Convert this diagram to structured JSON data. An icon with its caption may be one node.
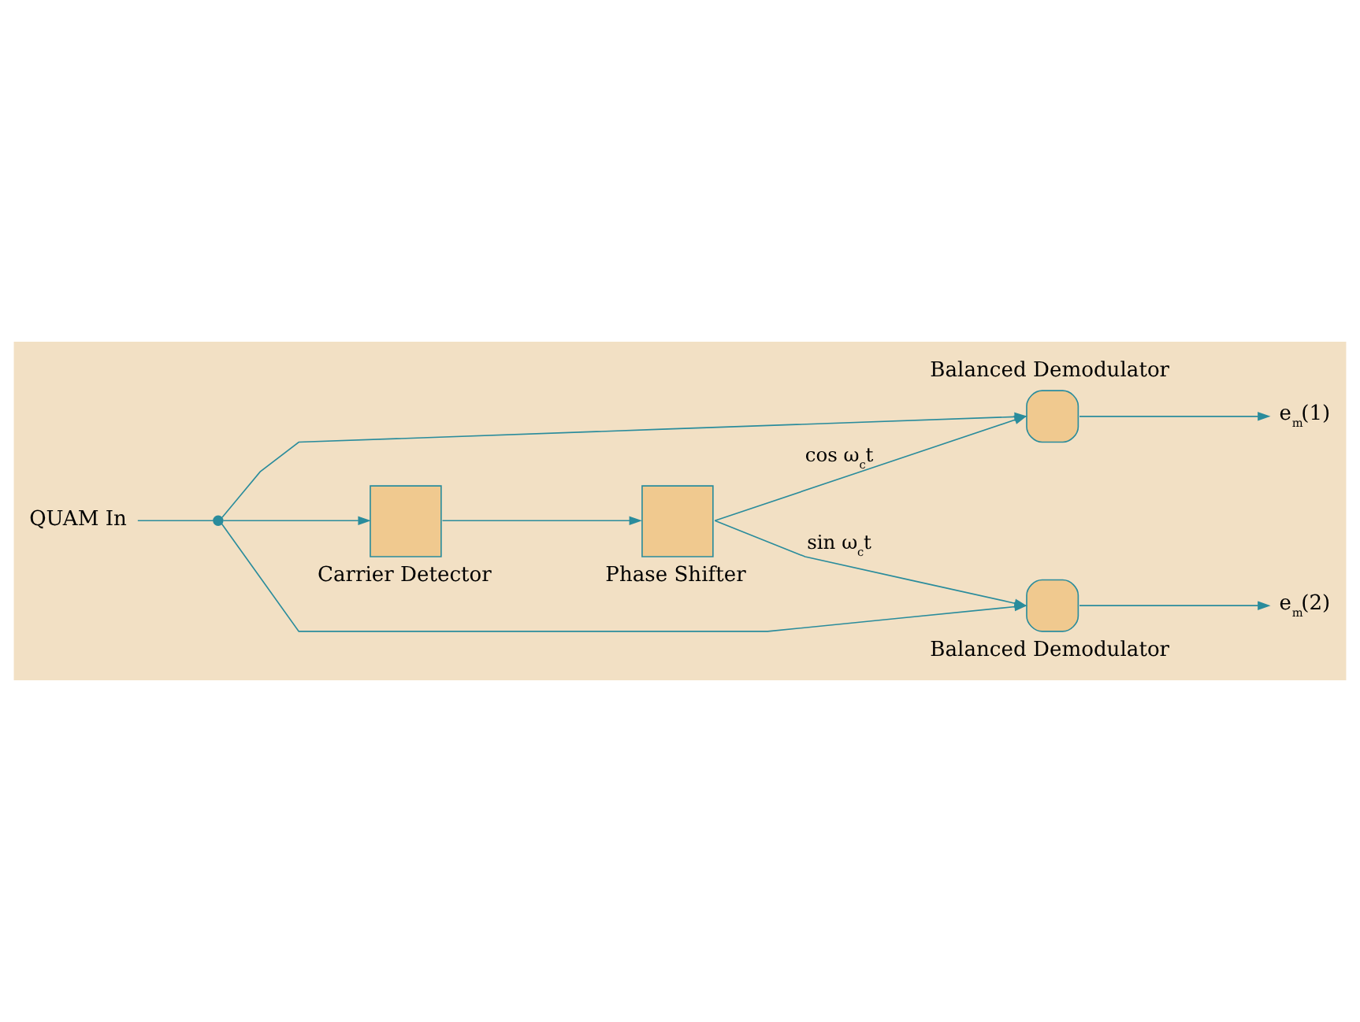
{
  "diagram": {
    "nodes": [
      {
        "text": [
          "QUAM In"
        ]
      },
      {
        "text": [],
        "shape": "circle"
      },
      {
        "text": [
          "Carrier Detector"
        ]
      },
      {
        "text": [
          "Phase Shifter"
        ]
      },
      {
        "text": [
          "Balanced Demodulator"
        ]
      },
      {
        "text": [
          "e$_{m}$(1)"
        ]
      },
      {
        "text": [
          "Balanced Demodulator"
        ]
      },
      {
        "text": [
          "e$_{m}$(2)"
        ]
      }
    ],
    "edges": [
      {
        "from": 0,
        "to": 1,
        "arrow": "none"
      },
      {
        "from": 1,
        "to": 4,
        "arrow": "to"
      },
      {
        "from": 1,
        "to": 2,
        "arrow": "to"
      },
      {
        "from": 1,
        "to": 6,
        "arrow": "to"
      },
      {
        "from": 2,
        "to": 3,
        "arrow": "to"
      },
      {
        "from": 3,
        "to": 4,
        "arrow": "to",
        "label": "cos ω$_{c}$t"
      },
      {
        "from": 3,
        "to": 6,
        "arrow": "to",
        "label": "sin ω$_{c}$t"
      },
      {
        "from": 4,
        "to": 5,
        "arrow": "to"
      },
      {
        "from": 6,
        "to": 7,
        "arrow": "to"
      }
    ]
  }
}
